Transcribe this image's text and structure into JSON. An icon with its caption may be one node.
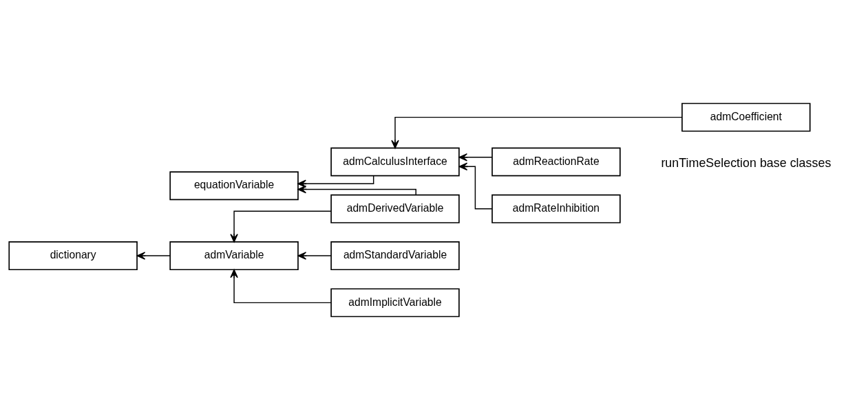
{
  "diagram": {
    "nodes": [
      {
        "text": [
          "admCoefficient"
        ]
      },
      {
        "text": [
          "admCalculusInterface"
        ]
      },
      {
        "text": [
          "admReactionRate"
        ]
      },
      {
        "text": [
          "admRateInhibition"
        ]
      },
      {
        "text": [
          "equationVariable"
        ]
      },
      {
        "text": [
          "admDerivedVariable"
        ]
      },
      {
        "text": [
          "dictionary"
        ]
      },
      {
        "text": [
          "admVariable"
        ]
      },
      {
        "text": [
          "admStandardVariable"
        ]
      },
      {
        "text": [
          "admImplicitVariable"
        ]
      }
    ],
    "edges": [
      {
        "from": 0,
        "to": 1,
        "arrow": "to"
      },
      {
        "from": 2,
        "to": 1,
        "arrow": "to"
      },
      {
        "from": 3,
        "to": 1,
        "arrow": "to"
      },
      {
        "from": 1,
        "to": 4,
        "arrow": "to"
      },
      {
        "from": 5,
        "to": 4,
        "arrow": "to"
      },
      {
        "from": 5,
        "to": 7,
        "arrow": "to"
      },
      {
        "from": 8,
        "to": 7,
        "arrow": "to"
      },
      {
        "from": 9,
        "to": 7,
        "arrow": "to"
      },
      {
        "from": 7,
        "to": 6,
        "arrow": "to"
      }
    ],
    "labels": [
      "runTimeSelection base classes"
    ]
  }
}
